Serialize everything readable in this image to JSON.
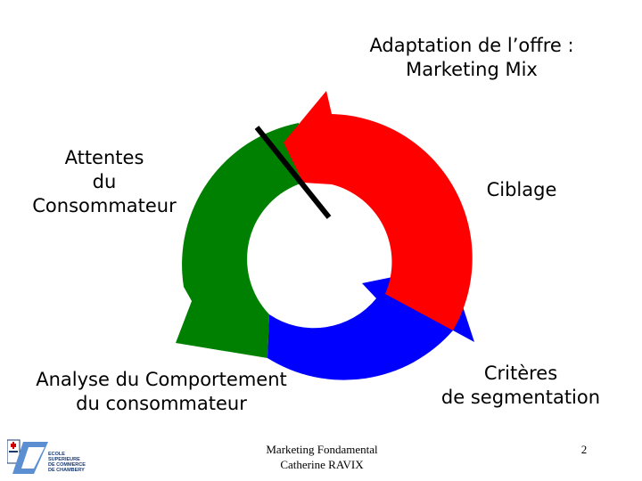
{
  "diagram": {
    "labels": {
      "top_right": [
        "Adaptation de l’offre :",
        "Marketing Mix"
      ],
      "left": [
        "Attentes",
        "du",
        "Consommateur"
      ],
      "right": "Ciblage",
      "bottom_left": [
        "Analyse du Comportement",
        "du consommateur"
      ],
      "bottom_right": [
        "Critères",
        "de segmentation"
      ]
    },
    "arrows": [
      {
        "name": "red-arrow",
        "color": "#ff0000"
      },
      {
        "name": "blue-arrow",
        "color": "#0000ff"
      },
      {
        "name": "green-arrow",
        "color": "#008000"
      }
    ]
  },
  "footer": {
    "center": [
      "Marketing Fondamental",
      "Catherine RAVIX"
    ],
    "page_number": "2"
  },
  "logo": {
    "lines": [
      "ECOLE",
      "SUPERIEURE",
      "DE COMMERCE",
      "DE CHAMBERY"
    ]
  }
}
